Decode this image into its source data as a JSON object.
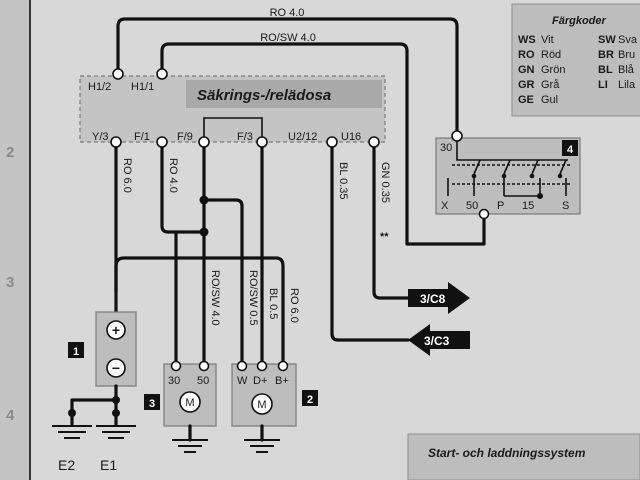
{
  "diagram": {
    "row_numbers": [
      "2",
      "3",
      "4"
    ],
    "legend": {
      "title": "Färgkoder",
      "left": [
        {
          "code": "WS",
          "name": "Vit"
        },
        {
          "code": "RO",
          "name": "Röd"
        },
        {
          "code": "GN",
          "name": "Grön"
        },
        {
          "code": "GR",
          "name": "Grå"
        },
        {
          "code": "GE",
          "name": "Gul"
        }
      ],
      "right": [
        {
          "code": "SW",
          "name": "Sva"
        },
        {
          "code": "BR",
          "name": "Bru"
        },
        {
          "code": "BL",
          "name": "Blå"
        },
        {
          "code": "LI",
          "name": "Lila"
        }
      ]
    },
    "top_wires": {
      "wire1": "RO 4.0",
      "wire2": "RO/SW 4.0"
    },
    "fusebox": {
      "title": "Säkrings-/relädosa",
      "top_pins": [
        "H1/2",
        "H1/1"
      ],
      "bottom_pins": [
        "Y/3",
        "F/1",
        "F/9",
        "F/3",
        "U2/12",
        "U16"
      ]
    },
    "vertical_wires": [
      "RO 6.0",
      "RO 4.0",
      "BL 0.35",
      "GN 0.35"
    ],
    "lower_wires": [
      "RO/SW 4.0",
      "RO/SW 0.5",
      "BL 0.5",
      "RO 6.0"
    ],
    "double_star": "**",
    "switch": {
      "number": "4",
      "top_terminal": "30",
      "bottom_terminals": [
        "X",
        "50",
        "P",
        "15",
        "S"
      ]
    },
    "arrows": [
      "3/C8",
      "3/C3"
    ],
    "battery": {
      "number": "1",
      "plus": "+",
      "minus": "−"
    },
    "starter": {
      "number": "3",
      "terminals": [
        "30",
        "50"
      ],
      "motor": "M"
    },
    "alternator": {
      "number": "2",
      "terminals": [
        "W",
        "D+",
        "B+"
      ],
      "motor": "M"
    },
    "grounds": [
      "E2",
      "E1"
    ],
    "caption": "Start- och laddningssystem"
  }
}
